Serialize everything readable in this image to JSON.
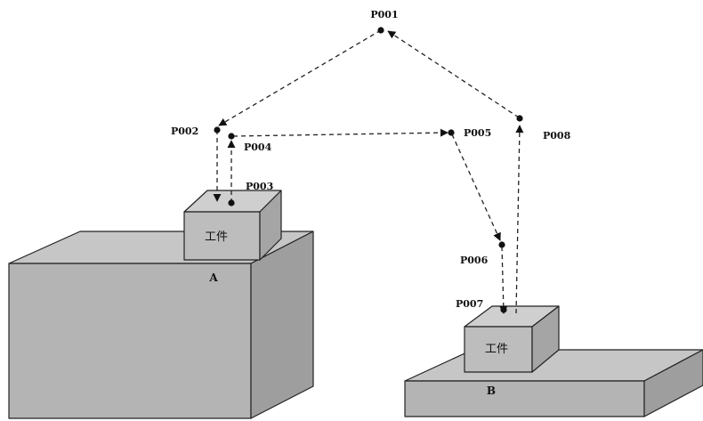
{
  "points": [
    {
      "id": "P001",
      "label": "P001"
    },
    {
      "id": "P002",
      "label": "P002"
    },
    {
      "id": "P003",
      "label": "P003"
    },
    {
      "id": "P004",
      "label": "P004"
    },
    {
      "id": "P005",
      "label": "P005"
    },
    {
      "id": "P006",
      "label": "P006"
    },
    {
      "id": "P007",
      "label": "P007"
    },
    {
      "id": "P008",
      "label": "P008"
    }
  ],
  "stations": {
    "a": {
      "label": "A",
      "workpiece_label": "工件"
    },
    "b": {
      "label": "B",
      "workpiece_label": "工件"
    }
  },
  "path_order": [
    "P001",
    "P002",
    "P003",
    "P004",
    "P005",
    "P006",
    "P007",
    "P008",
    "P001"
  ],
  "colors": {
    "block": "#b4b4b4",
    "block_top": "#c6c6c6",
    "block_side": "#9e9e9e",
    "line": "#222222"
  }
}
